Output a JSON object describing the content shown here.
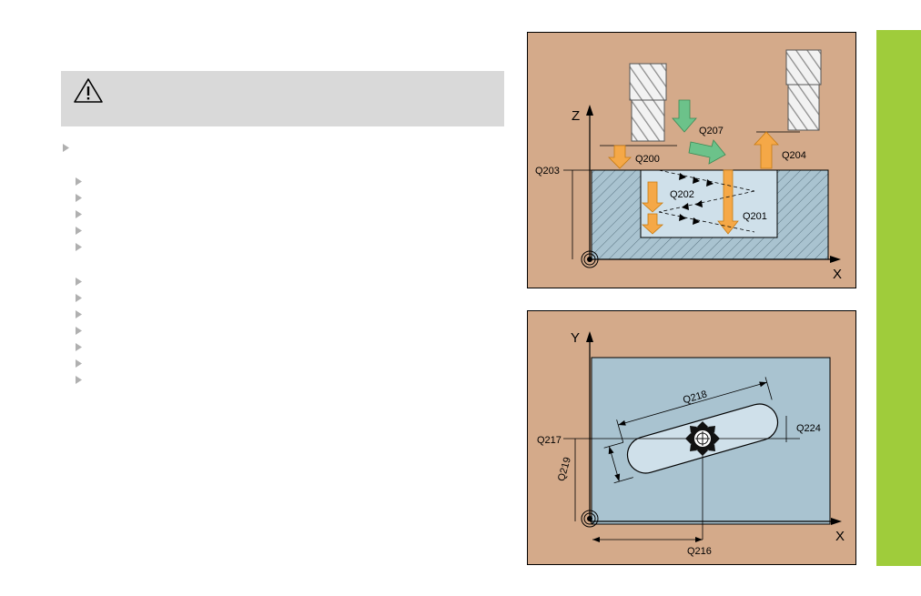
{
  "figure_top": {
    "axis_z": "Z",
    "axis_x": "X",
    "labels": {
      "q200": "Q200",
      "q201": "Q201",
      "q202": "Q202",
      "q203": "Q203",
      "q204": "Q204",
      "q207": "Q207"
    }
  },
  "figure_bottom": {
    "axis_y": "Y",
    "axis_x": "X",
    "labels": {
      "q216": "Q216",
      "q217": "Q217",
      "q218": "Q218",
      "q219": "Q219",
      "q224": "Q224"
    }
  },
  "colors": {
    "figure_bg": "#d4aa8a",
    "workpiece": "#a9c3d0",
    "pocket": "#cfe0ea",
    "arrow_orange": "#f5a847",
    "arrow_green": "#6cc28a",
    "side_bar": "#9fcc3b",
    "warning_box": "#d9d9d9"
  },
  "icons": [
    "warning-icon",
    "bullet-triangle-icon"
  ]
}
